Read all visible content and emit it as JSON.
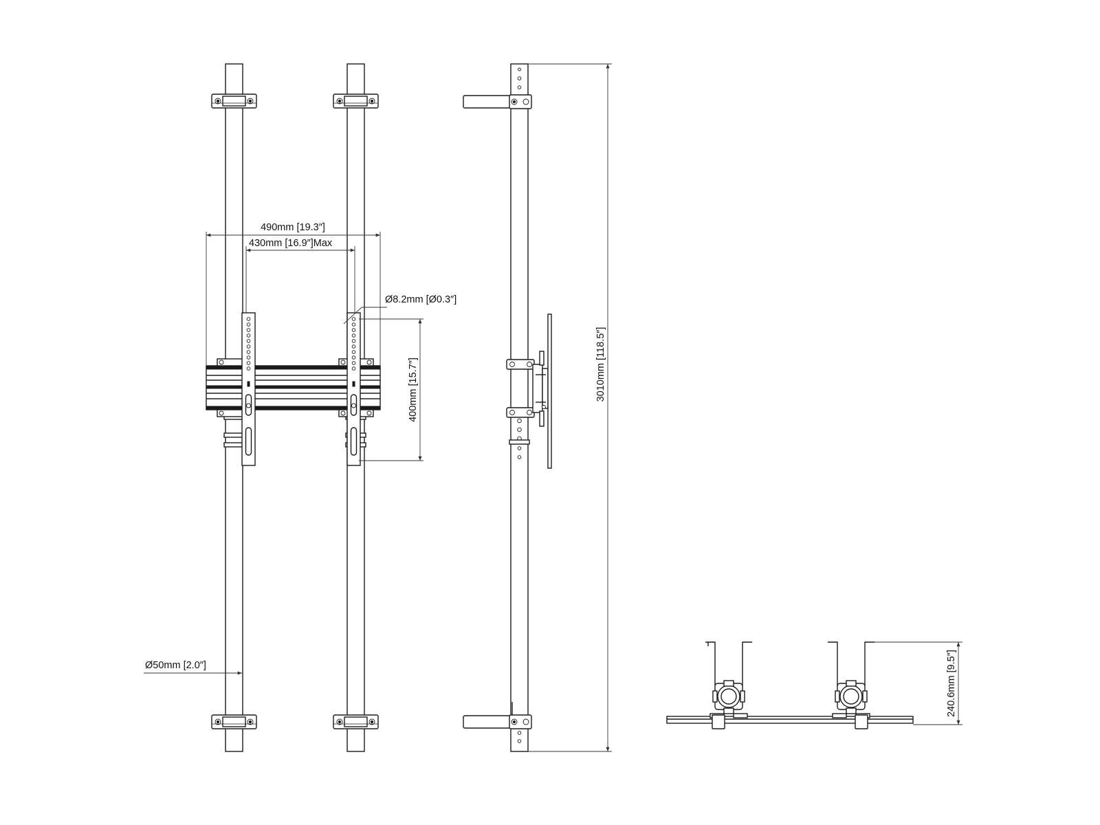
{
  "dimensions": {
    "width_490": "490mm [19.3″]",
    "width_430": "430mm [16.9″]Max",
    "hole_diameter": "Ø8.2mm [Ø0.3″]",
    "height_400": "400mm [15.7″]",
    "height_3010": "3010mm [118.5″]",
    "pole_diameter": "Ø50mm [2.0″]",
    "depth_240": "240.6mm [9.5″]"
  },
  "views": [
    "front-view",
    "side-view",
    "top-view"
  ]
}
